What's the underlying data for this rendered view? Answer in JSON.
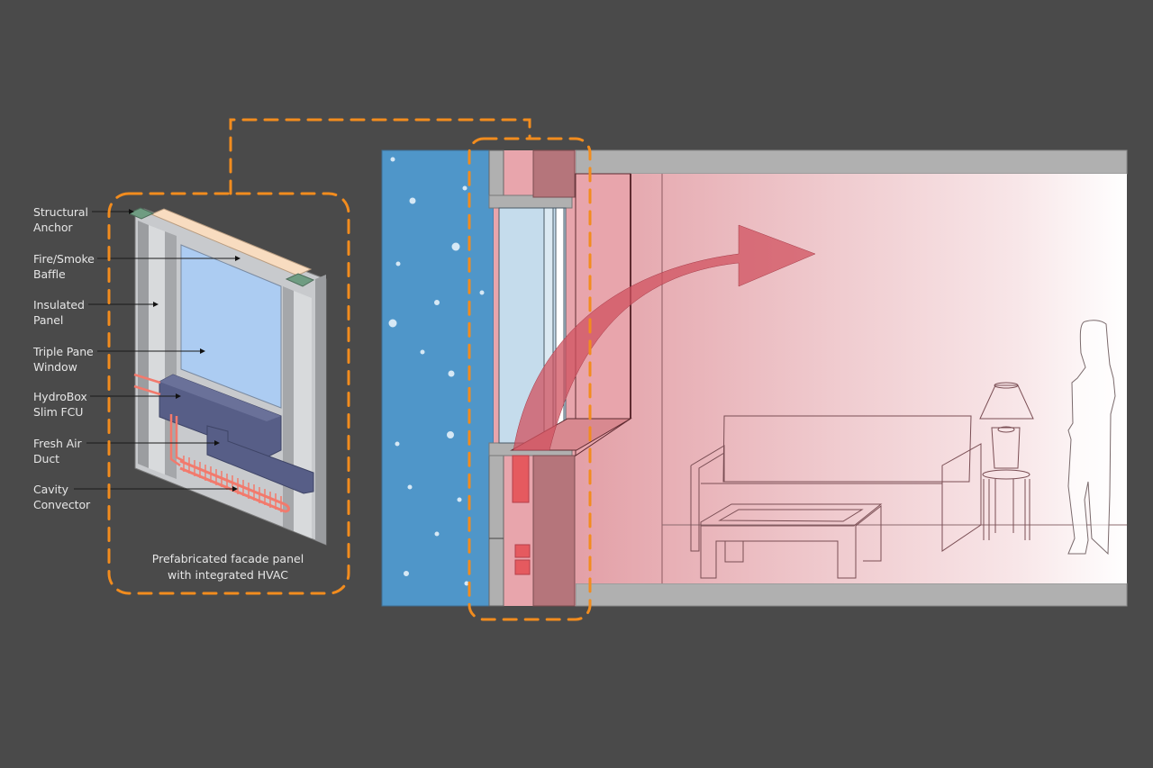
{
  "diagram": {
    "type": "architectural-section-with-exploded-detail",
    "colors": {
      "background": "#4a4a4a",
      "highlight_dash": "#f28c1e",
      "exterior_cold": "#4f96c9",
      "snow": "#d6e8f5",
      "slab_gray": "#b0b0b0",
      "interior_warm_start": "#e3a0a7",
      "interior_warm_end": "#ffffff",
      "wall_pink": "#e8a5ac",
      "column_mauve": "#b5757b",
      "heat_arrow": "#d0515f",
      "glass": "#c5dcec",
      "panel_glass": "#acccf2",
      "fcu_box": "#575e87",
      "convector_coil": "#f27a6d",
      "anchor_green": "#6f9c82",
      "baffle_beige": "#f8dcc0",
      "frame_gray": "#c8cacd"
    }
  },
  "panel_detail": {
    "callouts": [
      {
        "id": "structural-anchor",
        "label": "Structural\nAnchor"
      },
      {
        "id": "fire-smoke-baffle",
        "label": "Fire/Smoke\nBaffle"
      },
      {
        "id": "insulated-panel",
        "label": "Insulated\nPanel"
      },
      {
        "id": "triple-pane-window",
        "label": "Triple Pane\nWindow"
      },
      {
        "id": "hydrobox-fcu",
        "label": "HydroBox\nSlim FCU"
      },
      {
        "id": "fresh-air-duct",
        "label": "Fresh Air\nDuct"
      },
      {
        "id": "cavity-convector",
        "label": "Cavity\nConvector"
      }
    ],
    "caption": "Prefabricated facade panel\nwith integrated HVAC"
  },
  "section_view": {
    "zones": [
      "exterior-cold",
      "facade-panel",
      "interior-room"
    ],
    "furniture": [
      "sofa",
      "coffee-table",
      "side-table",
      "table-lamp",
      "standing-person"
    ],
    "flow_indicator": "warm-air-arrow"
  }
}
